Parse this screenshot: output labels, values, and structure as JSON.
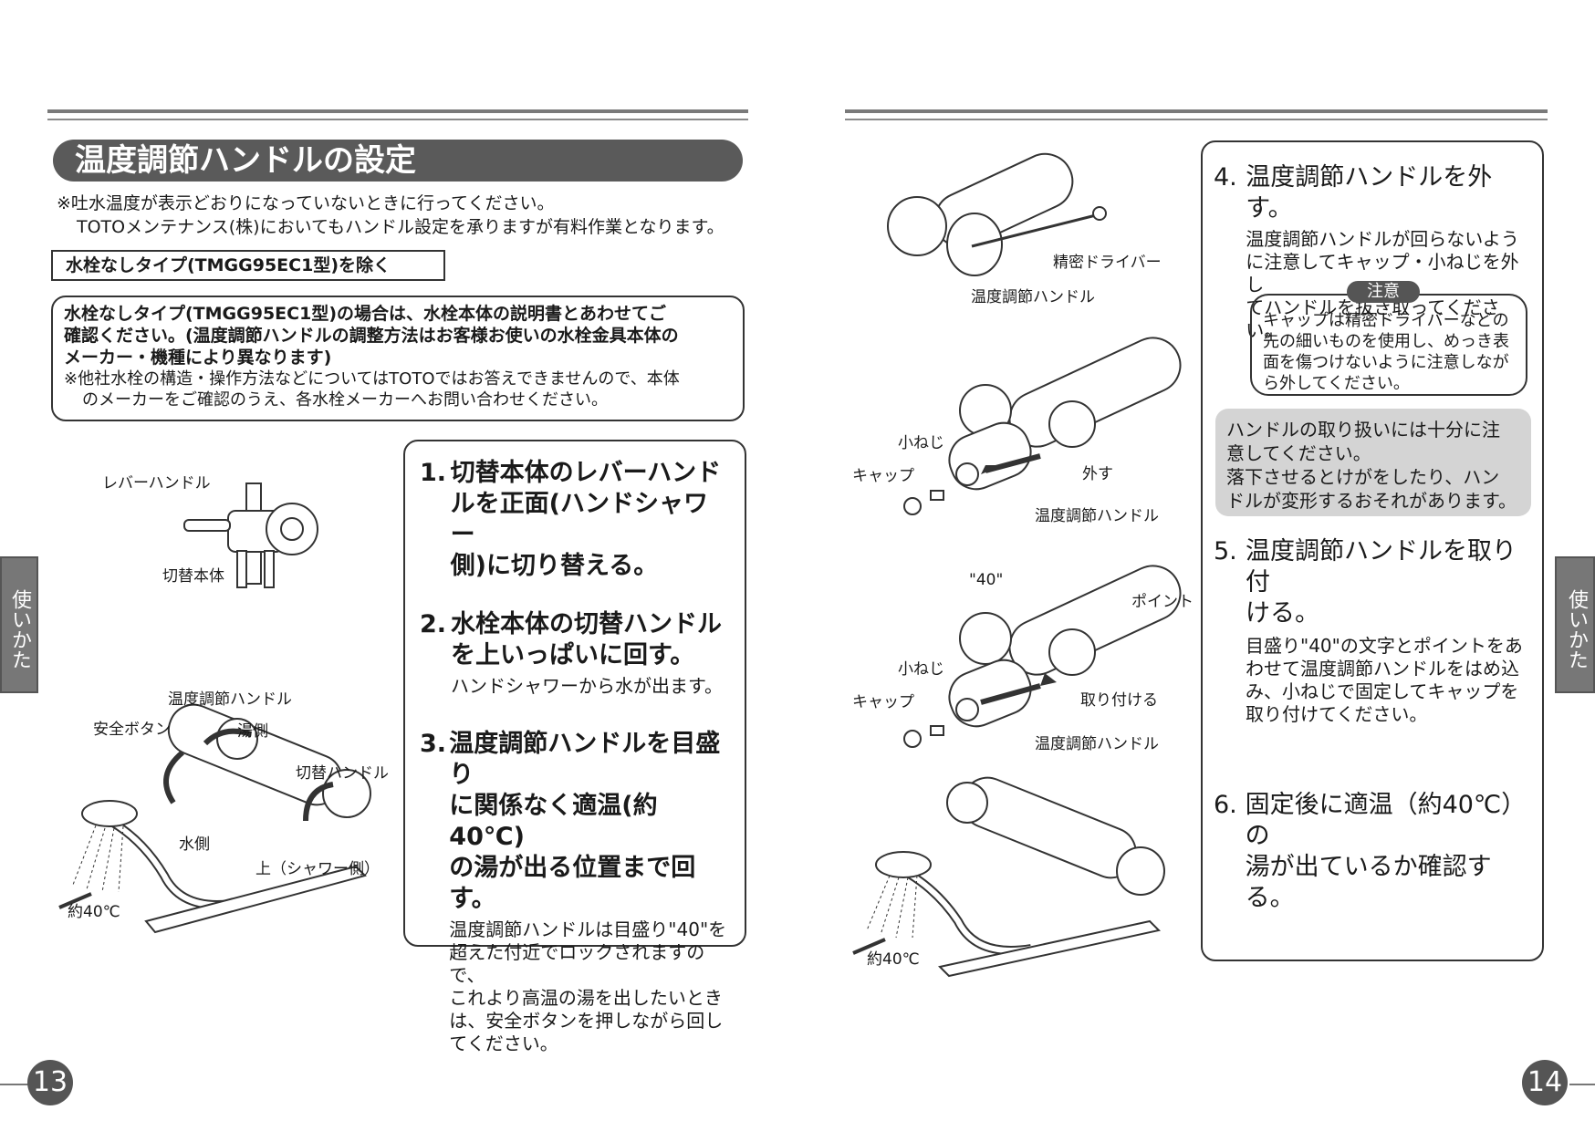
{
  "page_left": {
    "title": "温度調節ハンドルの設定",
    "note_1": "※吐水温度が表示どおりになっていないときに行ってください。",
    "note_2": "TOTOメンテナンス(株)においてもハンドル設定を承りますが有料作業となります。",
    "tag": "水栓なしタイプ(TMGG95EC1型)を除く",
    "info_bold_1": "水栓なしタイプ(TMGG95EC1型)の場合は、水栓本体の説明書とあわせてご",
    "info_bold_2": "確認ください。(温度調節ハンドルの調整方法はお客様お使いの水栓金具本体の",
    "info_bold_3": "メーカー・機種により異なります)",
    "info_small_1": "※他社水栓の構造・操作方法などについてはTOTOではお答えできませんので、本体",
    "info_small_2": "のメーカーをご確認のうえ、各水栓メーカーへお問い合わせください。",
    "labels": {
      "lever_handle": "レバーハンドル",
      "switch_body": "切替本体",
      "temp_handle": "温度調節ハンドル",
      "safety_button": "安全ボタン",
      "hot_side": "湯側",
      "switch_handle": "切替ハンドル",
      "cold_side": "水側",
      "up_shower": "上（シャワー側）",
      "approx40": "約40℃"
    },
    "steps": [
      {
        "num": "1.",
        "head_1": "切替本体のレバーハンド",
        "head_2": "ルを正面(ハンドシャワー",
        "head_3": "側)に切り替える。"
      },
      {
        "num": "2.",
        "head_1": "水栓本体の切替ハンドル",
        "head_2": "を上いっぱいに回す。",
        "body_1": "ハンドシャワーから水が出ます。"
      },
      {
        "num": "3.",
        "head_1": "温度調節ハンドルを目盛り",
        "head_2": "に関係なく適温(約40℃)",
        "head_3": "の湯が出る位置まで回す。",
        "body_1": "温度調節ハンドルは目盛り\"40\"を",
        "body_2": "超えた付近でロックされますので、",
        "body_3": "これより高温の湯を出したいとき",
        "body_4": "は、安全ボタンを押しながら回し",
        "body_5": "てください。"
      }
    ],
    "side_tab": "使いかた",
    "page_number": "13"
  },
  "page_right": {
    "labels": {
      "precision_driver": "精密ドライバー",
      "temp_handle_1": "温度調節ハンドル",
      "small_screw_1": "小ねじ",
      "cap_1": "キャップ",
      "remove": "外す",
      "temp_handle_2": "温度調節ハンドル",
      "mark40": "\"40\"",
      "point": "ポイント",
      "small_screw_2": "小ねじ",
      "cap_2": "キャップ",
      "attach": "取り付ける",
      "temp_handle_3": "温度調節ハンドル",
      "approx40": "約40℃"
    },
    "step4": {
      "num": "4.",
      "head": "温度調節ハンドルを外す。",
      "body_1": "温度調節ハンドルが回らないよう",
      "body_2": "に注意してキャップ・小ねじを外し",
      "body_3": "てハンドルを抜き取ってください。"
    },
    "caution": {
      "tag": "注意",
      "line_1": "キャップは精密ドライバーなどの",
      "line_2": "先の細いものを使用し、めっき表",
      "line_3": "面を傷つけないように注意しなが",
      "line_4": "ら外してください。"
    },
    "warning": {
      "line_1": "ハンドルの取り扱いには十分に注",
      "line_2": "意してください。",
      "line_3": "落下させるとけがをしたり、ハン",
      "line_4": "ドルが変形するおそれがあります。"
    },
    "step5": {
      "num": "5.",
      "head_1": "温度調節ハンドルを取り付",
      "head_2": "ける。",
      "body_1": "目盛り\"40\"の文字とポイントをあ",
      "body_2": "わせて温度調節ハンドルをはめ込",
      "body_3": "み、小ねじで固定してキャップを",
      "body_4": "取り付けてください。"
    },
    "step6": {
      "num": "6.",
      "head_1": "固定後に適温（約40℃）の",
      "head_2": "湯が出ているか確認する。"
    },
    "side_tab": "使いかた",
    "page_number": "14"
  }
}
